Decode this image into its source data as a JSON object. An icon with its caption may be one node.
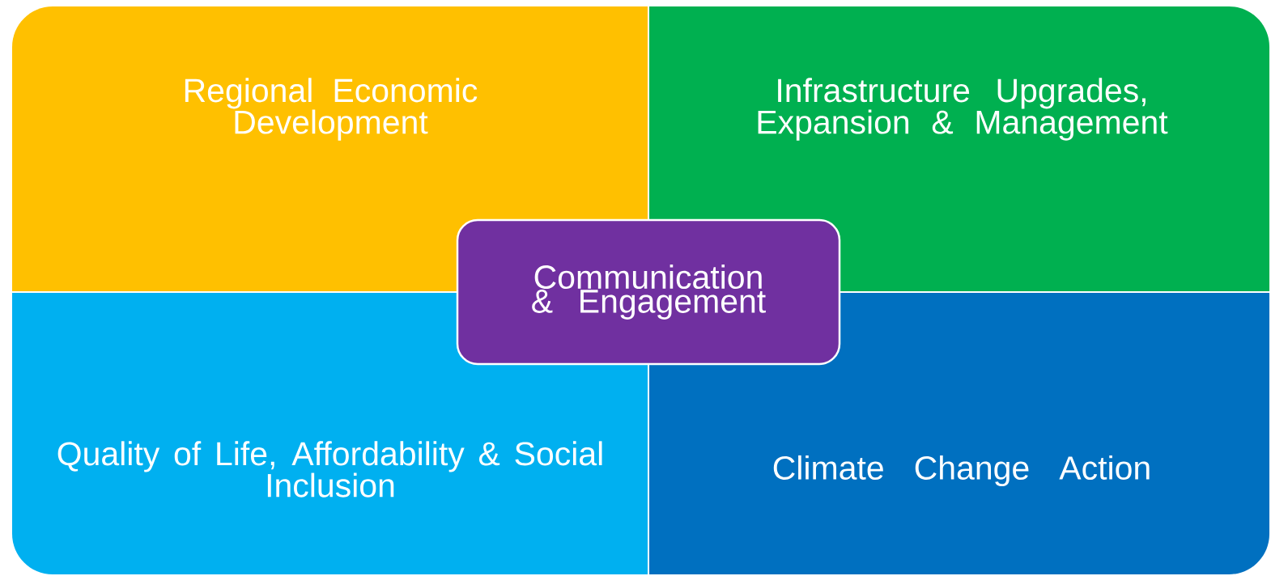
{
  "diagram": {
    "nodes": [
      {
        "text": [
          "Regional Economic Development"
        ]
      },
      {
        "text": [
          "Infrastructure Upgrades, Expansion & Management"
        ]
      },
      {
        "text": [
          "Communication & Engagement"
        ]
      },
      {
        "text": [
          "Quality of Life, Affordability & Social Inclusion"
        ]
      },
      {
        "text": [
          "Climate Change Action"
        ]
      }
    ]
  }
}
